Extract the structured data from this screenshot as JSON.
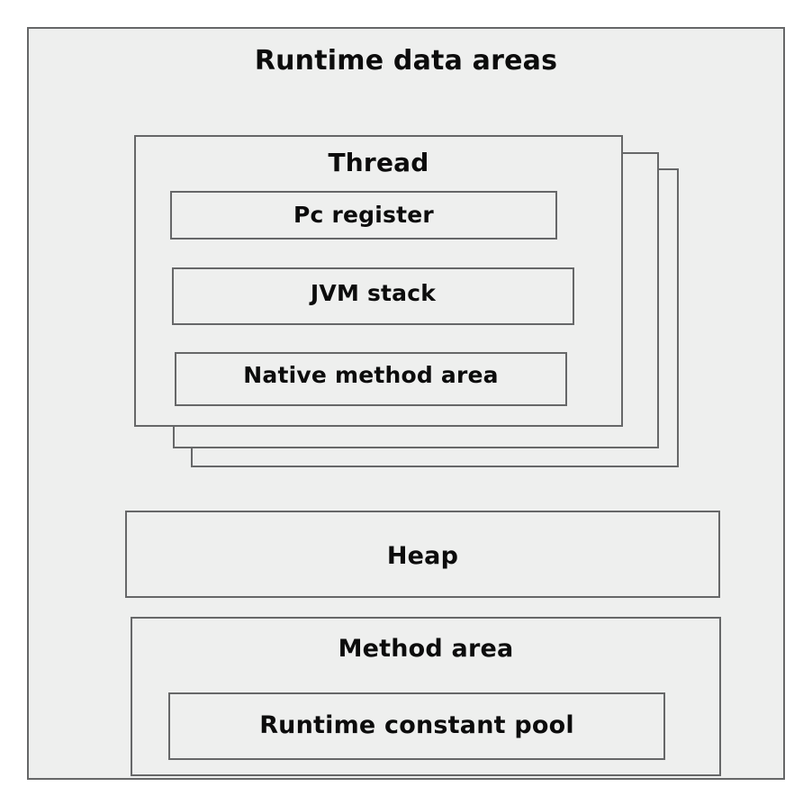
{
  "diagram": {
    "title": "Runtime data areas",
    "page_background": "#ffffff",
    "box_fill": "#eeefee",
    "box_border": "#666768",
    "text_color": "#0c0c0c",
    "thread": {
      "title": "Thread",
      "stack_count": 3,
      "parts": [
        {
          "id": "pc-register",
          "label": "Pc register"
        },
        {
          "id": "jvm-stack",
          "label": "JVM stack"
        },
        {
          "id": "native-method-area",
          "label": "Native method area"
        }
      ]
    },
    "heap": {
      "label": "Heap"
    },
    "method_area": {
      "label": "Method area",
      "children": [
        {
          "id": "runtime-constant-pool",
          "label": "Runtime constant pool"
        }
      ]
    }
  }
}
